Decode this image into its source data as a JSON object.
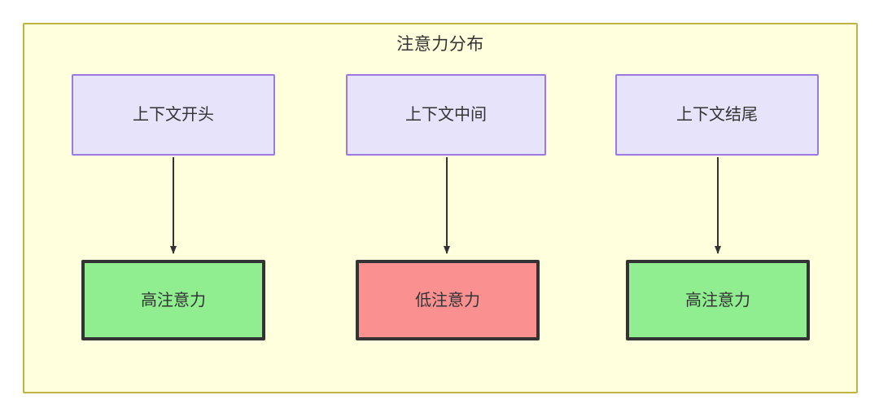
{
  "diagram": {
    "title": "注意力分布",
    "background_color": "#ffffff",
    "container": {
      "fill": "#ffffdd",
      "stroke": "#bfb442"
    },
    "node_styles": {
      "context_fill": "#e6e3fb",
      "context_stroke": "#9c79e0",
      "high_attention_fill": "#90ee90",
      "low_attention_fill": "#fb9090",
      "attention_stroke": "#333333",
      "text_color": "#333333"
    },
    "columns": [
      {
        "id": "start",
        "context_label": "上下文开头",
        "attention_label": "高注意力",
        "attention_level": "high"
      },
      {
        "id": "middle",
        "context_label": "上下文中间",
        "attention_label": "低注意力",
        "attention_level": "low"
      },
      {
        "id": "end",
        "context_label": "上下文结尾",
        "attention_label": "高注意力",
        "attention_level": "high"
      }
    ],
    "edges": [
      {
        "from": "上下文开头",
        "to": "高注意力",
        "label": ""
      },
      {
        "from": "上下文中间",
        "to": "低注意力",
        "label": ""
      },
      {
        "from": "上下文结尾",
        "to": "高注意力",
        "label": ""
      }
    ]
  }
}
